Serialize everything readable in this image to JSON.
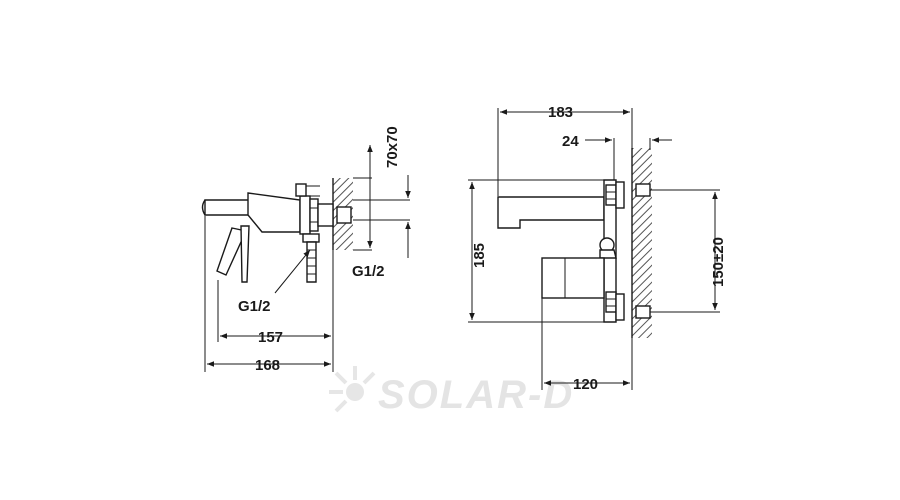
{
  "side_view": {
    "dim_width_outer": "168",
    "dim_width_inner": "157",
    "thread_inlet": "G1/2",
    "thread_outlet": "G1/2",
    "flange_size": "70x70"
  },
  "front_view": {
    "dim_width": "183",
    "dim_offset": "24",
    "dim_height": "185",
    "dim_spacing": "150±20",
    "dim_body": "120"
  },
  "watermark": {
    "text": "SOLAR-D",
    "logo_icon": "sun-rays-icon"
  }
}
